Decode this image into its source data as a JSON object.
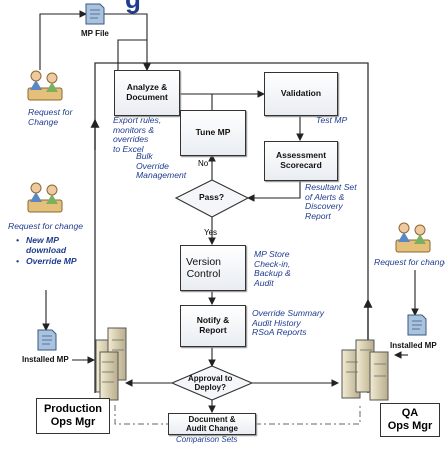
{
  "title_fragment": "g",
  "boxes": {
    "analyze": "Analyze &\nDocument",
    "validation": "Validation",
    "tune": "Tune MP",
    "assessment": "Assessment\nScorecard",
    "version": "Version\nControl",
    "notify": "Notify &\nReport",
    "document": "Document &\nAudit Change"
  },
  "decisions": {
    "pass": "Pass?",
    "approval": "Approval to\nDeploy?"
  },
  "edge_labels": {
    "no": "No",
    "yes": "Yes"
  },
  "labels": {
    "mp_file": "MP File",
    "request_change_left": "Request for\nChange",
    "request_change_mid": "Request for change",
    "bullets": [
      "New MP\ndownload",
      "Override MP"
    ],
    "installed_mp_left": "Installed MP",
    "installed_mp_right": "Installed MP",
    "request_change_right": "Request for change",
    "production": "Production\nOps Mgr",
    "qa": "QA\nOps Mgr"
  },
  "annotations": {
    "export": "Export rules,\nmonitors &\noverrides\nto Excel",
    "test_mp": "Test MP",
    "bulk": "Bulk\nOverride\nManagement",
    "resultant": "Resultant Set\nof Alerts &\nDiscovery\nReport",
    "mp_store": "MP Store\nCheck-in,\nBackup &\nAudit",
    "override_summary": "Override Summary\nAudit History\nRSoA Reports",
    "comparison": "Comparison Sets"
  }
}
